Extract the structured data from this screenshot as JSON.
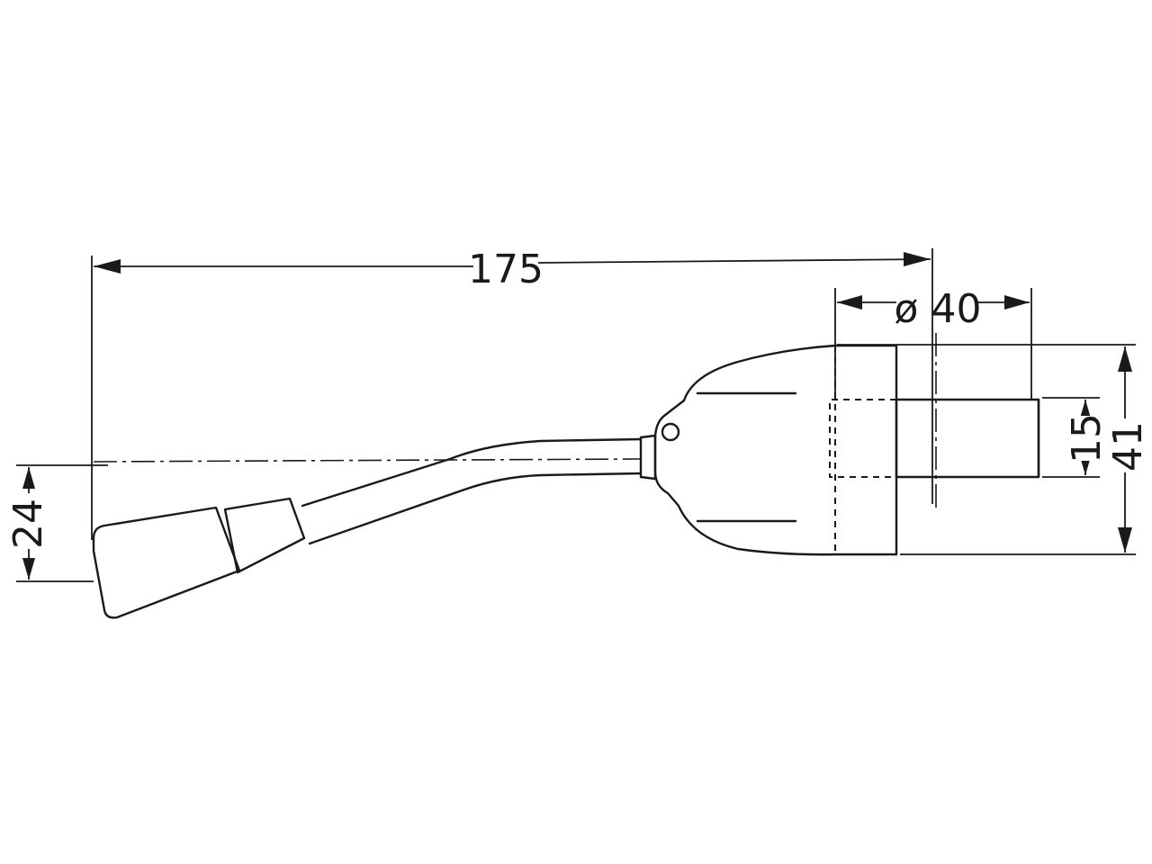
{
  "dimensions": {
    "overall_length": "175",
    "housing_diameter": "ø 40",
    "bore_height": "15",
    "housing_height": "41",
    "knob_offset": "24"
  }
}
